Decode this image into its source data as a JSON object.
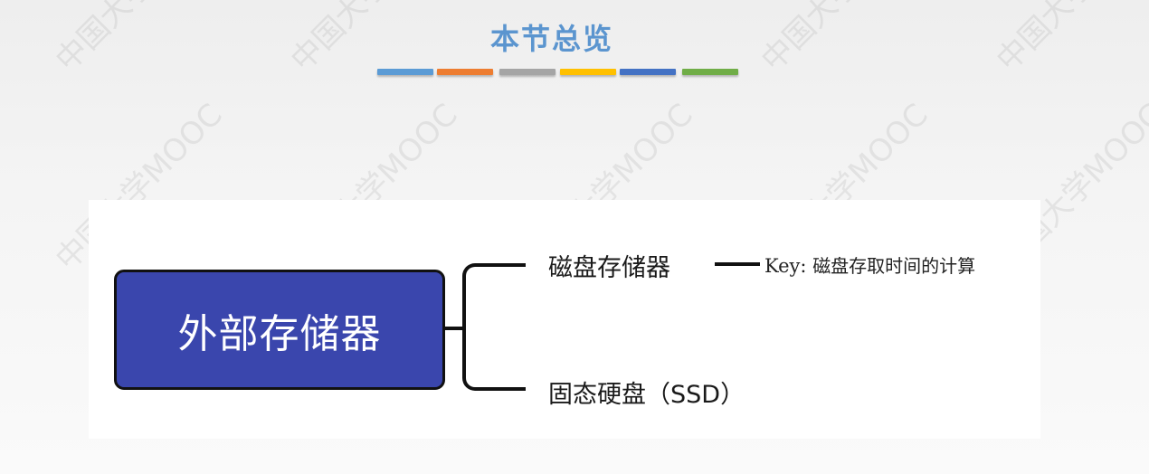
{
  "header": {
    "title": "本节总览",
    "color_bars": [
      "#5b9bd5",
      "#ed7d31",
      "#a5a5a5",
      "#ffc000",
      "#4472c4",
      "#70ad47"
    ]
  },
  "mindmap": {
    "root": {
      "label": "外部存储器",
      "fill": "#3a46ad"
    },
    "branches": [
      {
        "label": "磁盘存储器",
        "note_key": "Key:",
        "note_text": "磁盘存取时间的计算"
      },
      {
        "label": "固态硬盘（SSD）"
      }
    ]
  },
  "watermark": {
    "text": "中国大学MOOC"
  }
}
